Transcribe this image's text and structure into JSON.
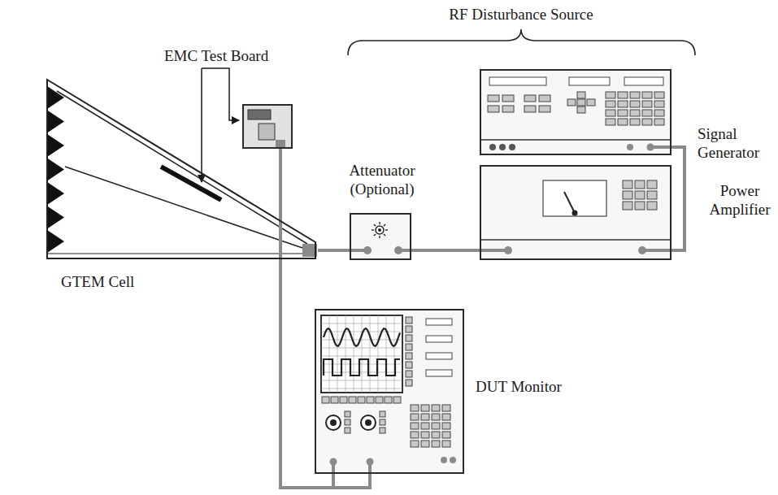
{
  "diagram": {
    "nodes": [
      {
        "text": [
          "EMC Test Board"
        ]
      },
      {
        "text": [
          "Signal Generator"
        ]
      },
      {
        "text": [
          "Attenuator (Optional)"
        ]
      },
      {
        "text": [
          "Power Amplifier"
        ]
      },
      {
        "text": [
          "GTEM Cell"
        ]
      },
      {
        "text": [
          "DUT Monitor"
        ]
      }
    ],
    "edges": [
      {
        "from": 1,
        "to": 3,
        "arrow": "none"
      },
      {
        "from": 3,
        "to": 2,
        "arrow": "none"
      },
      {
        "from": 2,
        "to": 4,
        "arrow": "none"
      },
      {
        "from": 0,
        "to": 5,
        "arrow": "none"
      }
    ],
    "labels": [
      "RF Disturbance Source"
    ]
  }
}
